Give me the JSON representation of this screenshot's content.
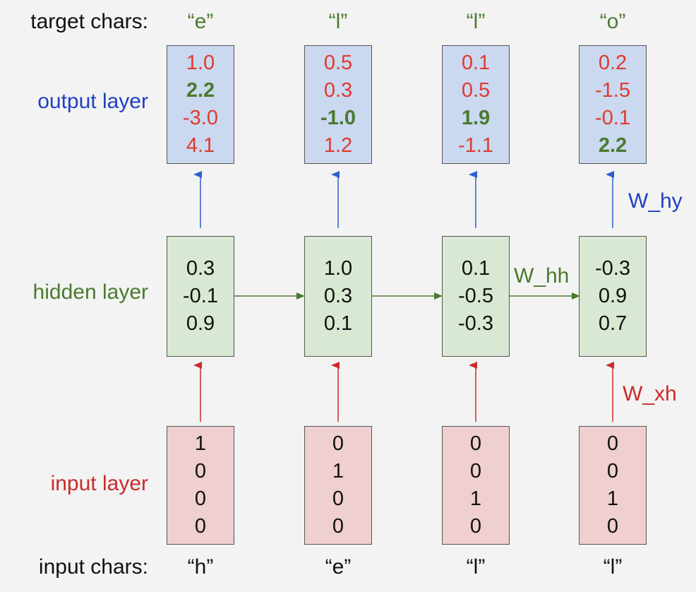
{
  "labels": {
    "target_chars": "target chars:",
    "output_layer": "output layer",
    "hidden_layer": "hidden layer",
    "input_layer": "input layer",
    "input_chars": "input chars:",
    "w_hy": "W_hy",
    "w_hh": "W_hh",
    "w_xh": "W_xh"
  },
  "colors": {
    "output": "#1f3fc4",
    "hidden": "#4a7a2f",
    "input": "#cc2a2a",
    "output_box": "#cad8f0",
    "hidden_box": "#d9e8d2",
    "input_box": "#efcfcf"
  },
  "target_chars": [
    "“e”",
    "“l”",
    "“l”",
    "“o”"
  ],
  "input_chars": [
    "“h”",
    "“e”",
    "“l”",
    "“l”"
  ],
  "output_layer": [
    {
      "values": [
        "1.0",
        "2.2",
        "-3.0",
        "4.1"
      ],
      "target_index": 1
    },
    {
      "values": [
        "0.5",
        "0.3",
        "-1.0",
        "1.2"
      ],
      "target_index": 2
    },
    {
      "values": [
        "0.1",
        "0.5",
        "1.9",
        "-1.1"
      ],
      "target_index": 2
    },
    {
      "values": [
        "0.2",
        "-1.5",
        "-0.1",
        "2.2"
      ],
      "target_index": 3
    }
  ],
  "hidden_layer": [
    [
      "0.3",
      "-0.1",
      "0.9"
    ],
    [
      "1.0",
      "0.3",
      "0.1"
    ],
    [
      "0.1",
      "-0.5",
      "-0.3"
    ],
    [
      "-0.3",
      "0.9",
      "0.7"
    ]
  ],
  "input_layer": [
    [
      "1",
      "0",
      "0",
      "0"
    ],
    [
      "0",
      "1",
      "0",
      "0"
    ],
    [
      "0",
      "0",
      "1",
      "0"
    ],
    [
      "0",
      "0",
      "1",
      "0"
    ]
  ]
}
